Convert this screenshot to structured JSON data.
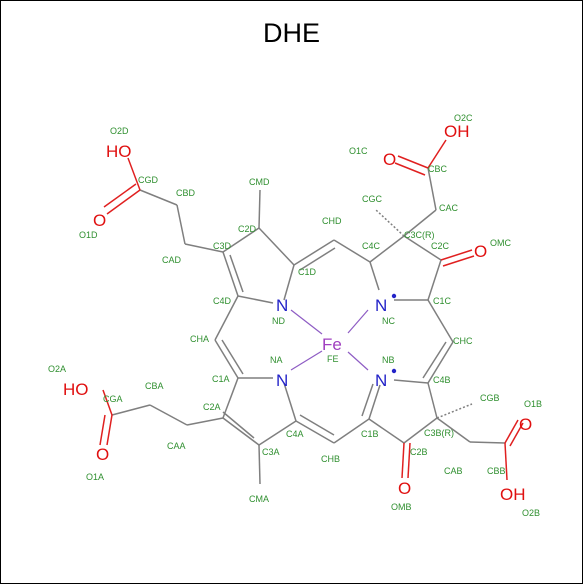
{
  "title": "DHE",
  "atoms": {
    "fe": "Fe",
    "n": "N",
    "o": "O",
    "oh": "OH",
    "ho": "HO"
  },
  "labels": {
    "o2d": "O2D",
    "cgd": "CGD",
    "cbd": "CBD",
    "o1d": "O1D",
    "cad": "CAD",
    "cmd": "CMD",
    "c2d": "C2D",
    "c3d": "C3D",
    "c4d": "C4D",
    "c1d": "C1D",
    "nd": "ND",
    "chd": "CHD",
    "c4c": "C4C",
    "cgc": "CGC",
    "c3c": "C3C(R)",
    "c2c": "C2C",
    "omc": "OMC",
    "c1c": "C1C",
    "nc": "NC",
    "cac": "CAC",
    "cbc": "CBC",
    "o1c": "O1C",
    "o2c": "O2C",
    "cha": "CHA",
    "na": "NA",
    "fe": "FE",
    "nb": "NB",
    "chc": "CHC",
    "o2a": "O2A",
    "cga": "CGA",
    "cba": "CBA",
    "o1a": "O1A",
    "caa": "CAA",
    "c1a": "C1A",
    "c2a": "C2A",
    "c3a": "C3A",
    "c4a": "C4A",
    "cma": "CMA",
    "chb": "CHB",
    "c1b": "C1B",
    "c2b": "C2B",
    "omb": "OMB",
    "c4b": "C4B",
    "c3b": "C3B(R)",
    "cgb": "CGB",
    "cab": "CAB",
    "cbb": "CBB",
    "o1b": "O1B",
    "o2b": "O2B"
  },
  "colors": {
    "carbon_label": "#2f8f2f",
    "nitrogen": "#2323c8",
    "oxygen": "#e01010",
    "iron": "#a040c0",
    "bond": "#7f7f7f"
  }
}
